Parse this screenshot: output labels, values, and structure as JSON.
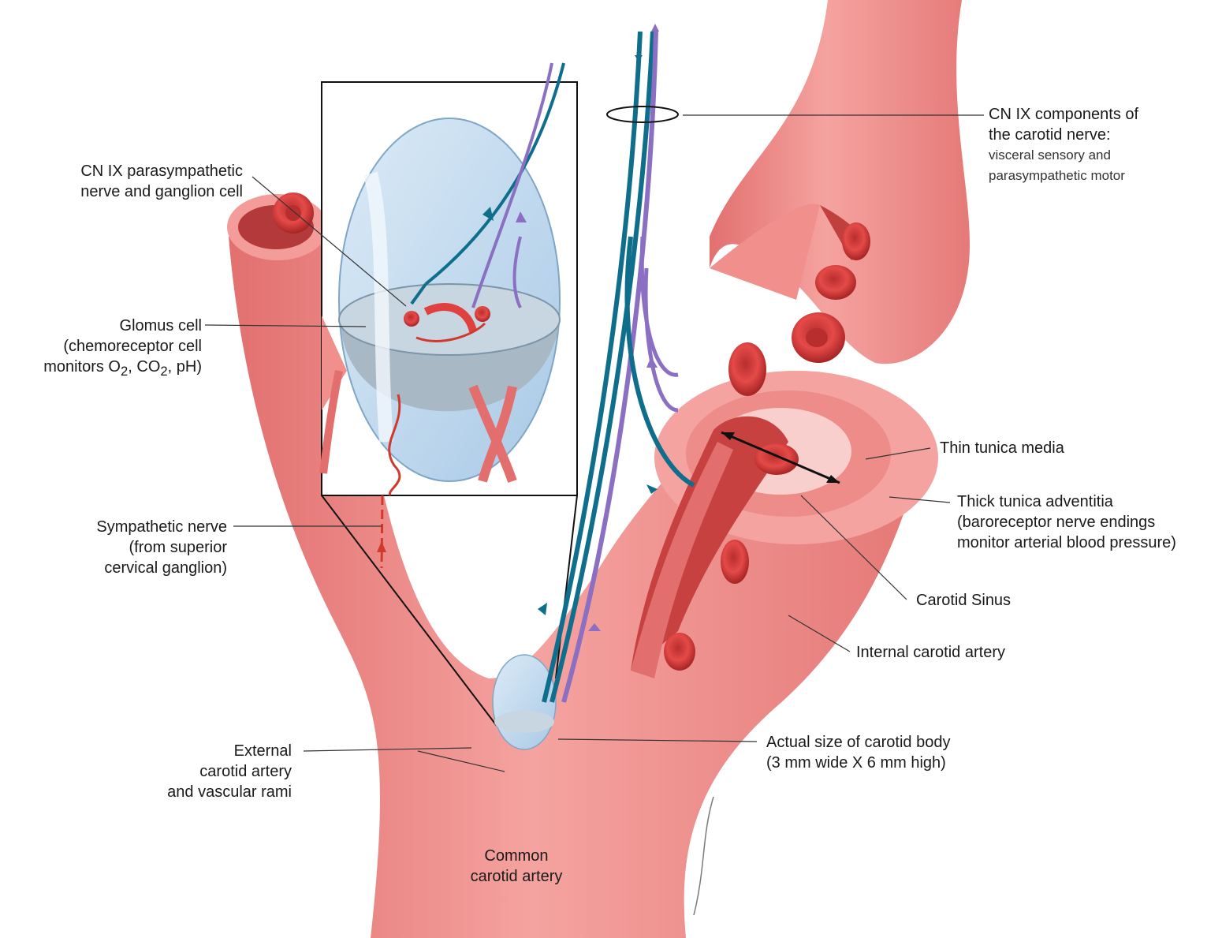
{
  "labels": {
    "cn9_components": {
      "line1": "CN IX components of",
      "line2": "the carotid nerve:",
      "line3": "visceral sensory and",
      "line4": "parasympathetic motor"
    },
    "cn9_parasympathetic": {
      "line1": "CN IX parasympathetic",
      "line2": "nerve and ganglion cell"
    },
    "glomus_cell": {
      "line1": "Glomus cell",
      "line2": "(chemoreceptor cell",
      "line3_pre": "monitors O",
      "sub_a": "2",
      "line3_mid": ", CO",
      "sub_b": "2",
      "line3_post": ", pH)"
    },
    "sympathetic_nerve": {
      "line1": "Sympathetic nerve",
      "line2": "(from superior",
      "line3": "cervical ganglion)"
    },
    "thin_tunica_media": "Thin tunica media",
    "thick_tunica_adventitia": {
      "line1": "Thick tunica adventitia",
      "line2": "(baroreceptor nerve endings",
      "line3": "monitor arterial blood pressure)"
    },
    "carotid_sinus": "Carotid Sinus",
    "internal_carotid_artery": "Internal carotid artery",
    "actual_size": {
      "line1": "Actual size of carotid body",
      "line2": "(3 mm wide X 6 mm high)"
    },
    "external_carotid": {
      "line1": "External",
      "line2": "carotid artery",
      "line3": "and vascular rami"
    },
    "common_carotid": {
      "line1": "Common",
      "line2": "carotid artery"
    }
  },
  "colors": {
    "artery": "#f08f8c",
    "artery_dark": "#e0706e",
    "artery_light": "#f7b1ae",
    "lumen": "#c9403f",
    "blood_cell": "#d23a3a",
    "sensory_nerve": "#0f6e8c",
    "motor_nerve": "#8a6fc2",
    "sympathetic": "#d03a2c",
    "carotid_body": "#c9e0f2",
    "carotid_body_section": "#b9c8d2"
  }
}
